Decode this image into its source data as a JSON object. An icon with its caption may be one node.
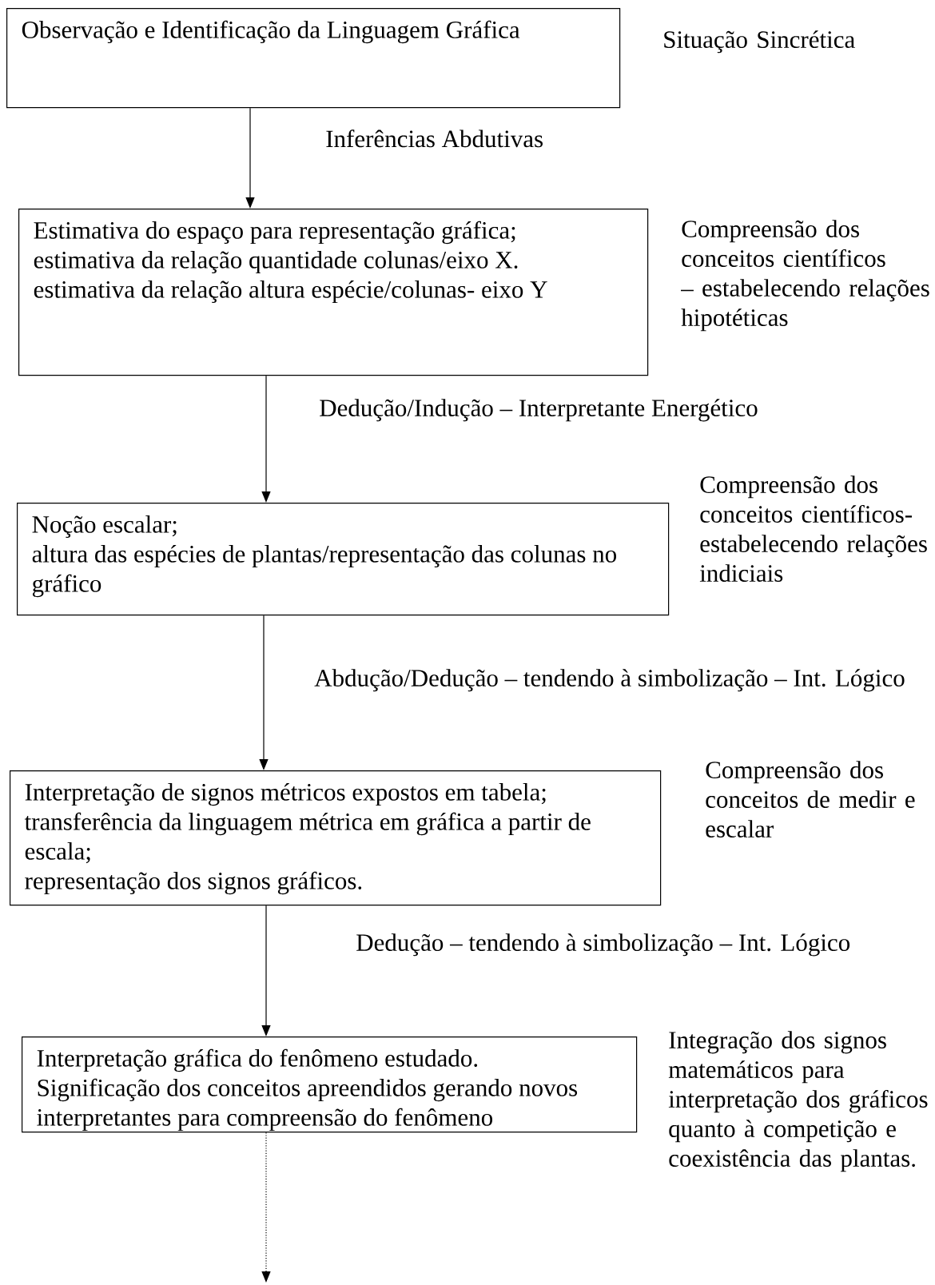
{
  "diagram": {
    "nodes": [
      {
        "text": [
          "Observação e Identificação da Linguagem Gráfica"
        ],
        "beside": [
          "Situação Sincrética"
        ]
      },
      {
        "text": [
          "Estimativa do espaço para representação gráfica;",
          "estimativa da relação quantidade colunas/eixo X.",
          "estimativa da relação altura espécie/colunas- eixo Y"
        ],
        "beside": [
          "Compreensão dos conceitos científicos – estabelecendo relações hipotéticas"
        ]
      },
      {
        "text": [
          "Noção escalar;",
          "altura das espécies de plantas/representação das colunas no gráfico"
        ],
        "beside": [
          "Compreensão dos conceitos científicos- estabelecendo relações indiciais"
        ]
      },
      {
        "text": [
          "Interpretação de signos métricos expostos em tabela;",
          "transferência da linguagem métrica em gráfica a partir de escala;",
          "representação dos signos gráficos."
        ],
        "beside": [
          "Compreensão dos conceitos de medir e escalar"
        ]
      },
      {
        "text": [
          "Interpretação gráfica do fenômeno estudado.",
          "Significação dos conceitos apreendidos gerando novos interpretantes para compreensão do fenômeno"
        ],
        "beside": [
          "Integração dos signos matemáticos para interpretação dos gráficos quanto à competição e coexistência das plantas."
        ]
      }
    ],
    "edges": [
      {
        "from": 0,
        "to": 1,
        "arrow": "to",
        "label": "Inferências Abdutivas"
      },
      {
        "from": 1,
        "to": 2,
        "arrow": "to",
        "label": "Dedução/Indução – Interpretante Energético"
      },
      {
        "from": 2,
        "to": 3,
        "arrow": "to",
        "label": "Abdução/Dedução – tendendo à simbolização – Int. Lógico"
      },
      {
        "from": 3,
        "to": 4,
        "arrow": "to",
        "label": "Dedução – tendendo à simbolização – Int. Lógico"
      },
      {
        "from": 4,
        "to": null,
        "arrow": "to",
        "style": "dashed"
      }
    ]
  }
}
